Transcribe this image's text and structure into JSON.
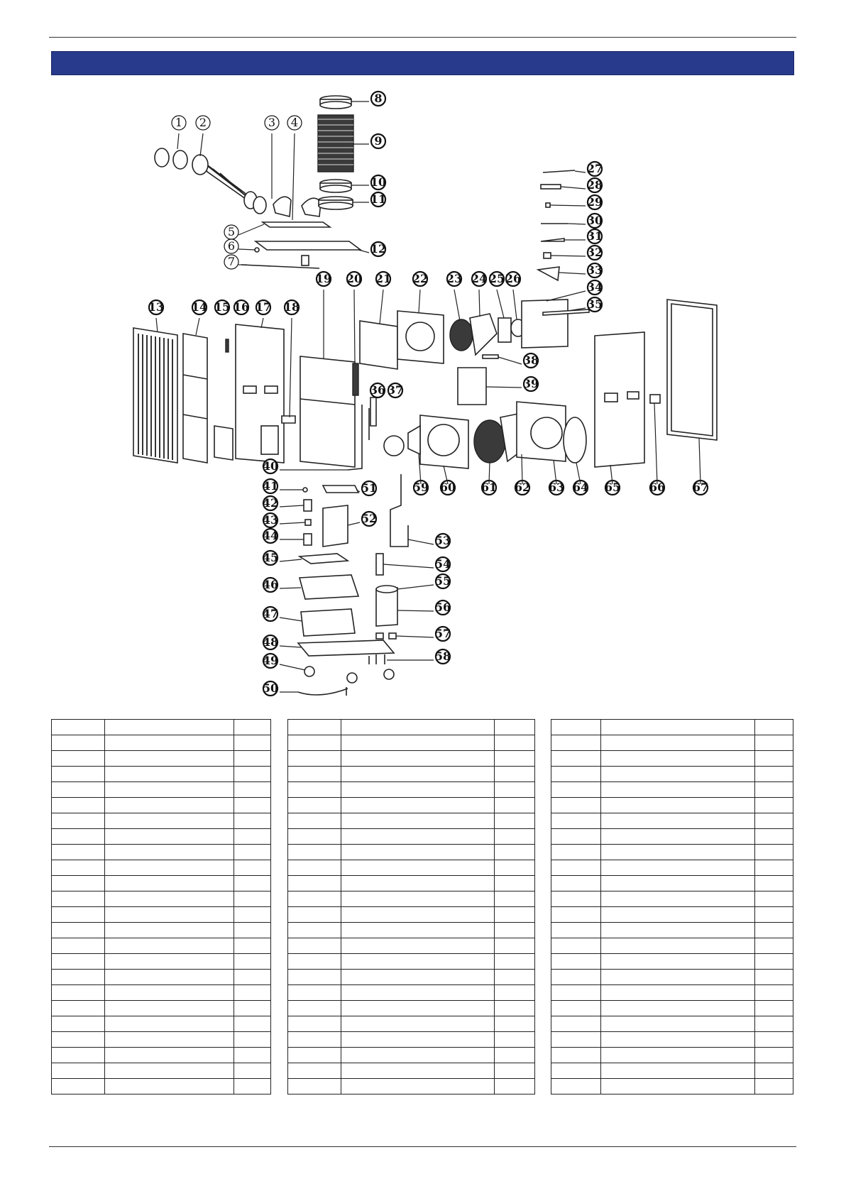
{
  "page": {
    "banner_title": ""
  },
  "diagram": {
    "callouts": [
      {
        "id": "1",
        "label": "1"
      },
      {
        "id": "2",
        "label": "2"
      },
      {
        "id": "3",
        "label": "3"
      },
      {
        "id": "4",
        "label": "4"
      },
      {
        "id": "5",
        "label": "5"
      },
      {
        "id": "6",
        "label": "6"
      },
      {
        "id": "7",
        "label": "7"
      },
      {
        "id": "8",
        "label": "8"
      },
      {
        "id": "9",
        "label": "9"
      },
      {
        "id": "10",
        "label": "10"
      },
      {
        "id": "11",
        "label": "11"
      },
      {
        "id": "12",
        "label": "12"
      },
      {
        "id": "13",
        "label": "13"
      },
      {
        "id": "14",
        "label": "14"
      },
      {
        "id": "15",
        "label": "15"
      },
      {
        "id": "16",
        "label": "16"
      },
      {
        "id": "17",
        "label": "17"
      },
      {
        "id": "18",
        "label": "18"
      },
      {
        "id": "19",
        "label": "19"
      },
      {
        "id": "20",
        "label": "20"
      },
      {
        "id": "21",
        "label": "21"
      },
      {
        "id": "22",
        "label": "22"
      },
      {
        "id": "23",
        "label": "23"
      },
      {
        "id": "24",
        "label": "24"
      },
      {
        "id": "25",
        "label": "25"
      },
      {
        "id": "26",
        "label": "26"
      },
      {
        "id": "27",
        "label": "27"
      },
      {
        "id": "28",
        "label": "28"
      },
      {
        "id": "29",
        "label": "29"
      },
      {
        "id": "30",
        "label": "30"
      },
      {
        "id": "31",
        "label": "31"
      },
      {
        "id": "32",
        "label": "32"
      },
      {
        "id": "33",
        "label": "33"
      },
      {
        "id": "34",
        "label": "34"
      },
      {
        "id": "35",
        "label": "35"
      },
      {
        "id": "36",
        "label": "36"
      },
      {
        "id": "37",
        "label": "37"
      },
      {
        "id": "38",
        "label": "38"
      },
      {
        "id": "39",
        "label": "39"
      },
      {
        "id": "40",
        "label": "40"
      },
      {
        "id": "41",
        "label": "41"
      },
      {
        "id": "42",
        "label": "42"
      },
      {
        "id": "43",
        "label": "43"
      },
      {
        "id": "44",
        "label": "44"
      },
      {
        "id": "45",
        "label": "45"
      },
      {
        "id": "46",
        "label": "46"
      },
      {
        "id": "47",
        "label": "47"
      },
      {
        "id": "48",
        "label": "48"
      },
      {
        "id": "49",
        "label": "49"
      },
      {
        "id": "50",
        "label": "50"
      },
      {
        "id": "51",
        "label": "51"
      },
      {
        "id": "52",
        "label": "52"
      },
      {
        "id": "53",
        "label": "53"
      },
      {
        "id": "54",
        "label": "54"
      },
      {
        "id": "55",
        "label": "55"
      },
      {
        "id": "56",
        "label": "56"
      },
      {
        "id": "57",
        "label": "57"
      },
      {
        "id": "58",
        "label": "58"
      },
      {
        "id": "59",
        "label": "59"
      },
      {
        "id": "60",
        "label": "60"
      },
      {
        "id": "61",
        "label": "61"
      },
      {
        "id": "62",
        "label": "62"
      },
      {
        "id": "63",
        "label": "63"
      },
      {
        "id": "64",
        "label": "64"
      },
      {
        "id": "65",
        "label": "65"
      },
      {
        "id": "66",
        "label": "66"
      },
      {
        "id": "67",
        "label": "67"
      }
    ]
  },
  "parts_tables": [
    {
      "rows": 24,
      "cols": 3
    },
    {
      "rows": 24,
      "cols": 3
    },
    {
      "rows": 24,
      "cols": 3
    }
  ]
}
